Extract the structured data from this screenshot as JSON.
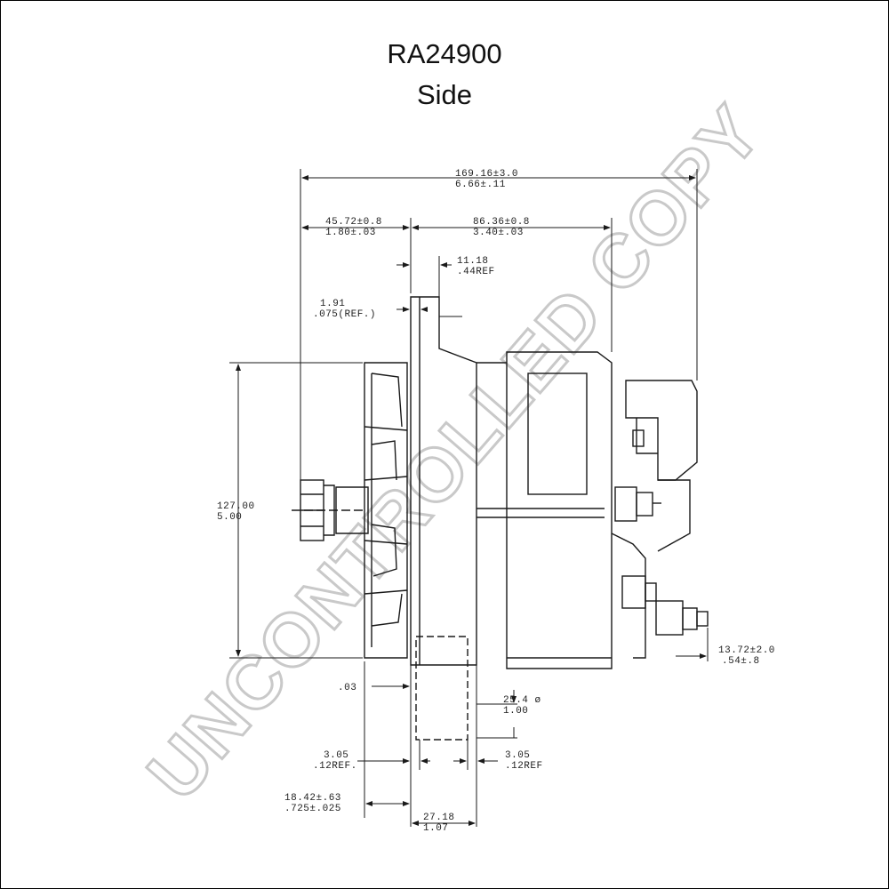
{
  "title": {
    "part_number": "RA24900",
    "view": "Side"
  },
  "watermark": "UNCONTROLLED COPY",
  "dimensions": {
    "overall_length": [
      "169.16±3.0",
      "6.66±.11"
    ],
    "front_length": [
      "45.72±0.8",
      "1.80±.03"
    ],
    "body_length": [
      "86.36±0.8",
      "3.40±.03"
    ],
    "ear_offset": [
      "11.18",
      ".44REF"
    ],
    "flange": [
      "1.91",
      ".075(REF.)"
    ],
    "height": [
      "127.00",
      "5.00"
    ],
    "terminal": [
      "13.72±2.0",
      ".54±.8"
    ],
    "small_gap": ".03",
    "bushing_dia": [
      "25.4 ø",
      "1.00"
    ],
    "left_gap": [
      "3.05",
      ".12REF."
    ],
    "right_gap": [
      "3.05",
      ".12REF"
    ],
    "mount_offset": [
      "18.42±.63",
      ".725±.025"
    ],
    "mount_width": [
      "27.18",
      "1.07"
    ]
  },
  "colors": {
    "line": "#1a1a1a",
    "watermark": "#c9c9c9"
  }
}
